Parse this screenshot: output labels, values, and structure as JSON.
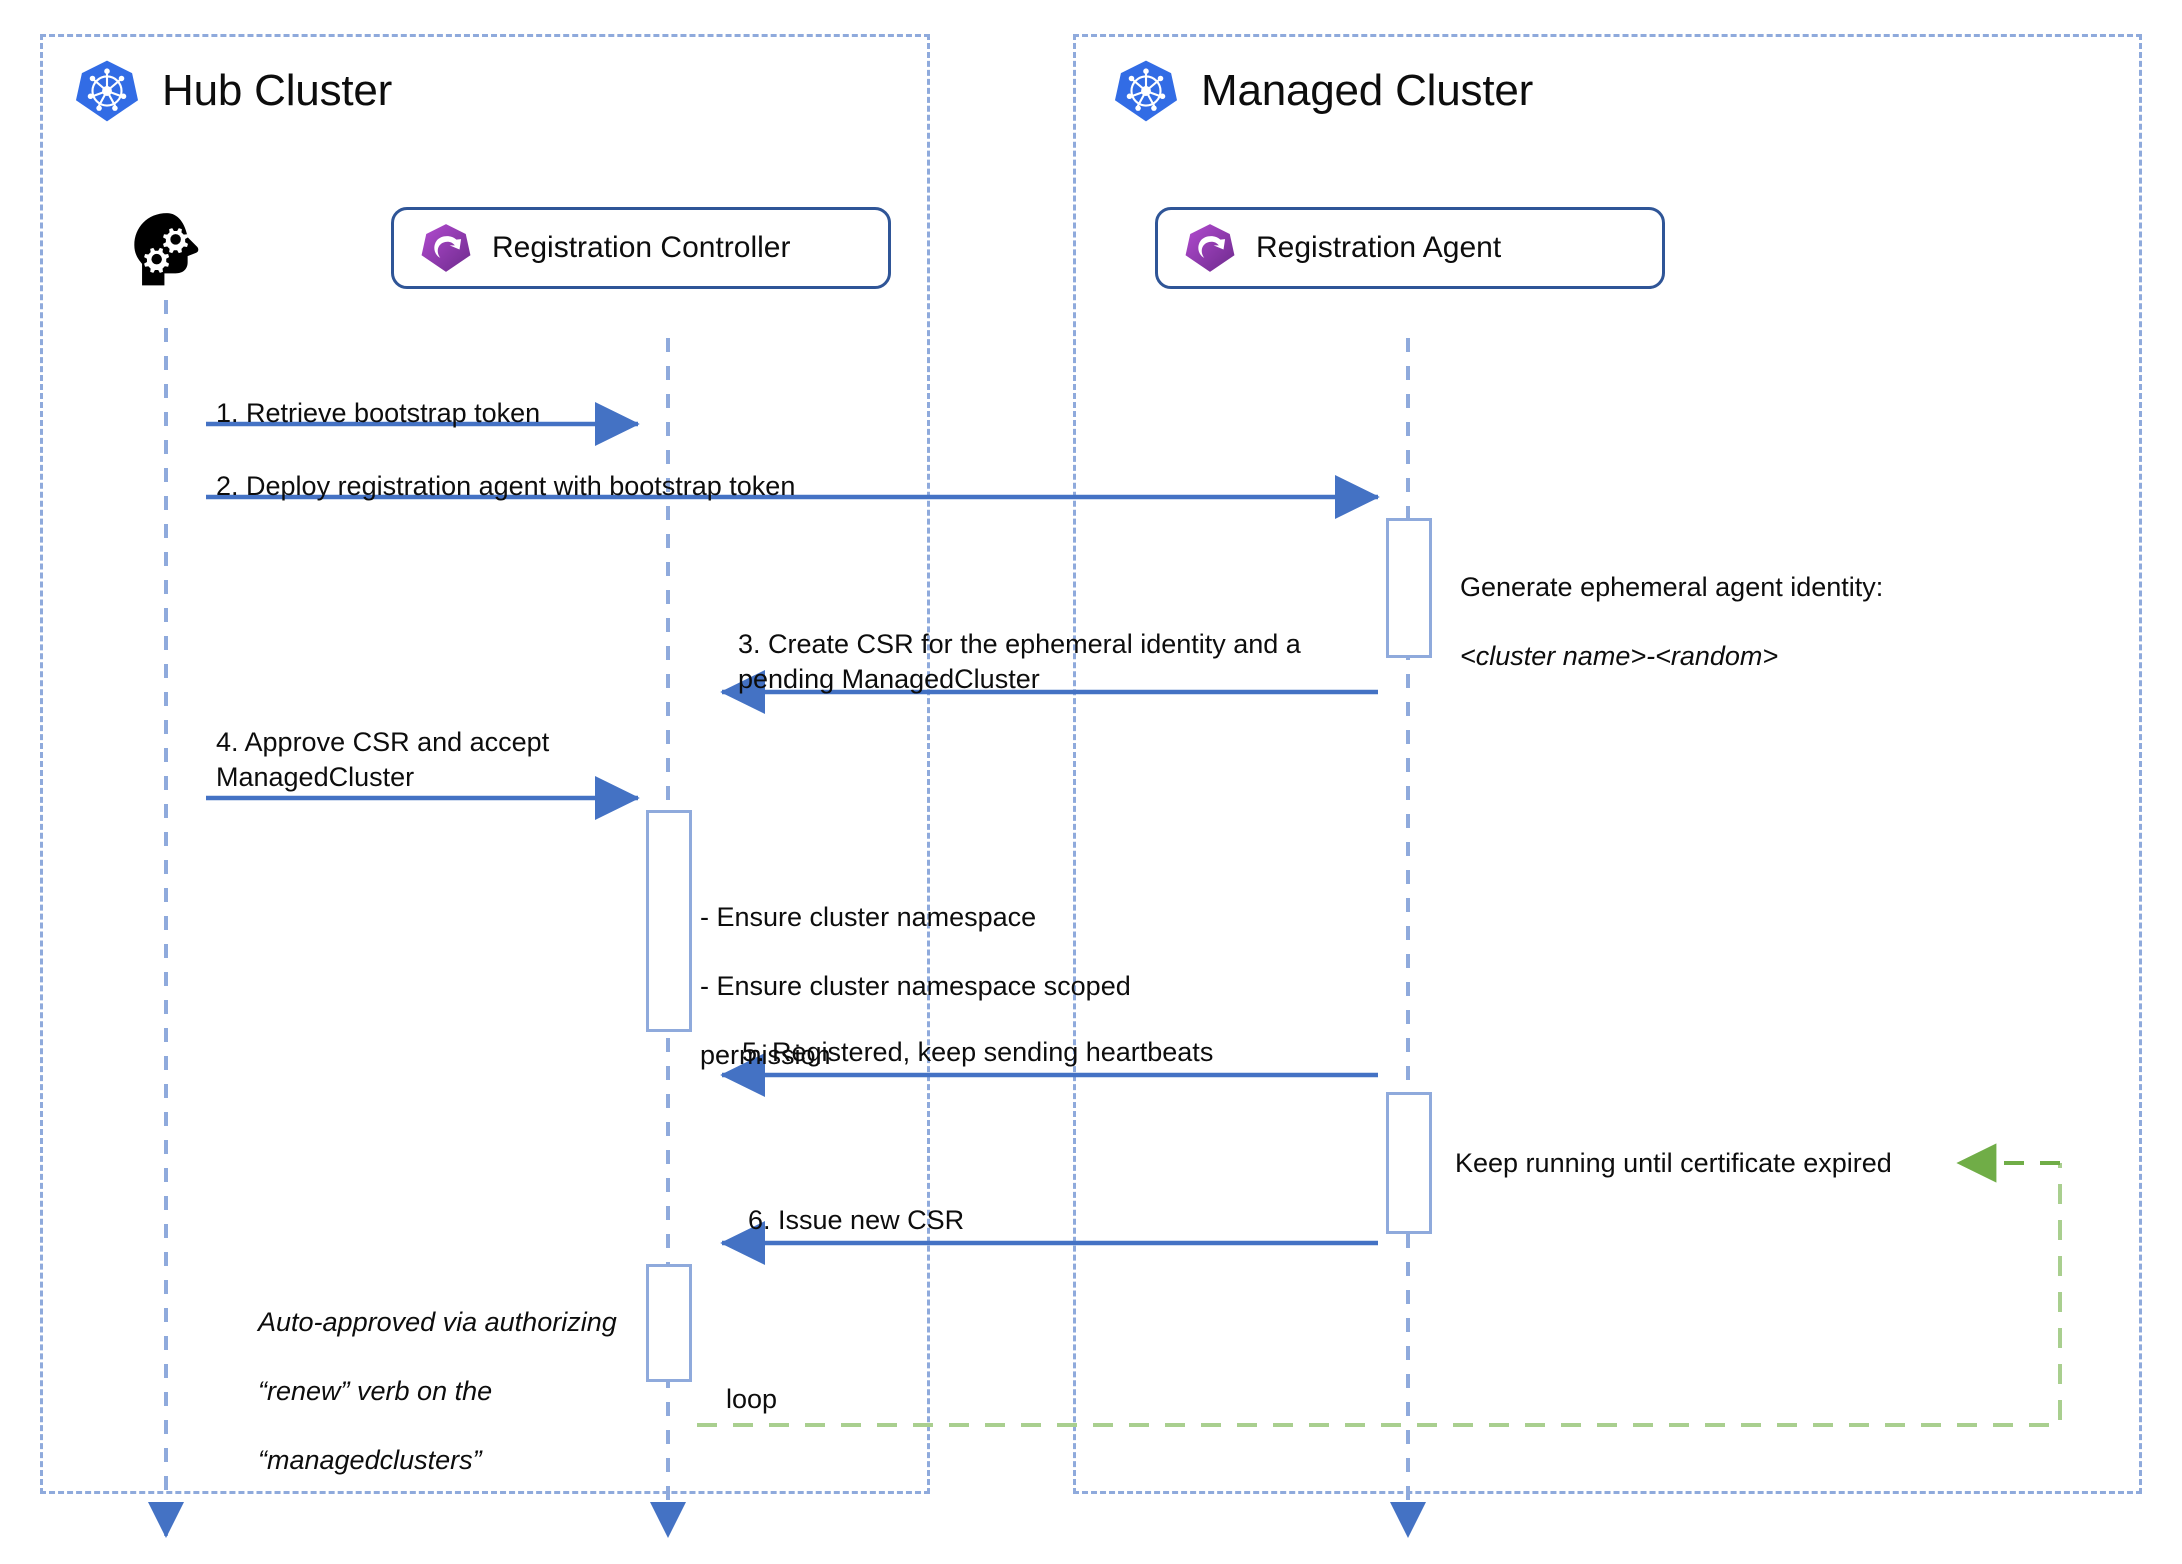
{
  "diagram": {
    "type": "sequence-diagram",
    "title": "Cluster registration sequence",
    "colors": {
      "frame_dashed": "#8faadc",
      "participant_border": "#2f5597",
      "lifeline": "#8faadc",
      "message_arrow": "#4472c4",
      "loop_green": "#a9cf8f",
      "loop_arrow_green": "#70ad47",
      "k8s_blue": "#326ce5",
      "ocm_purple": "#8e3faf",
      "actor_black": "#000000",
      "text": "#0d0d0d"
    },
    "groups": [
      {
        "id": "hub",
        "title": "Hub Cluster",
        "icon": "kubernetes-icon"
      },
      {
        "id": "managed",
        "title": "Managed Cluster",
        "icon": "kubernetes-icon"
      }
    ],
    "participants": [
      {
        "id": "admin",
        "label": "",
        "icon": "head-with-gears-icon",
        "group": "hub",
        "boxed": false
      },
      {
        "id": "registration-controller",
        "label": "Registration Controller",
        "icon": "ocm-icon",
        "group": "hub",
        "boxed": true
      },
      {
        "id": "registration-agent",
        "label": "Registration Agent",
        "icon": "ocm-icon",
        "group": "managed",
        "boxed": true
      }
    ],
    "messages": [
      {
        "n": "1",
        "text": "1. Retrieve bootstrap token",
        "from": "admin",
        "to": "registration-controller",
        "direction": "right"
      },
      {
        "n": "2",
        "text": "2. Deploy registration agent with bootstrap token",
        "from": "admin",
        "to": "registration-agent",
        "direction": "right"
      },
      {
        "n": "3",
        "text": "3. Create CSR for the ephemeral identity and a\npending ManagedCluster",
        "from": "registration-agent",
        "to": "registration-controller",
        "direction": "left"
      },
      {
        "n": "4",
        "text": "4. Approve CSR and accept\nManagedCluster",
        "from": "admin",
        "to": "registration-controller",
        "direction": "right"
      },
      {
        "n": "5",
        "text": "5. Registered, keep sending heartbeats",
        "from": "registration-agent",
        "to": "registration-controller",
        "direction": "left"
      },
      {
        "n": "6",
        "text": "6. Issue new CSR",
        "from": "registration-agent",
        "to": "registration-controller",
        "direction": "left"
      }
    ],
    "notes": [
      {
        "id": "note-ephemeral-identity",
        "line1": "Generate ephemeral agent identity:",
        "line2": "<cluster name>-<random>",
        "line2_italic": true
      },
      {
        "id": "note-ensure-namespace",
        "line1": "- Ensure cluster namespace",
        "line2": "- Ensure cluster namespace scoped",
        "line3": "  permission"
      },
      {
        "id": "note-keep-running",
        "text": "Keep running until certificate expired"
      },
      {
        "id": "note-auto-approved",
        "line1": "Auto-approved via authorizing",
        "line2": "“renew” verb on the",
        "line3": "“managedclusters”",
        "italic": true
      }
    ],
    "loop": {
      "label": "loop",
      "style": "dashed-green"
    }
  }
}
